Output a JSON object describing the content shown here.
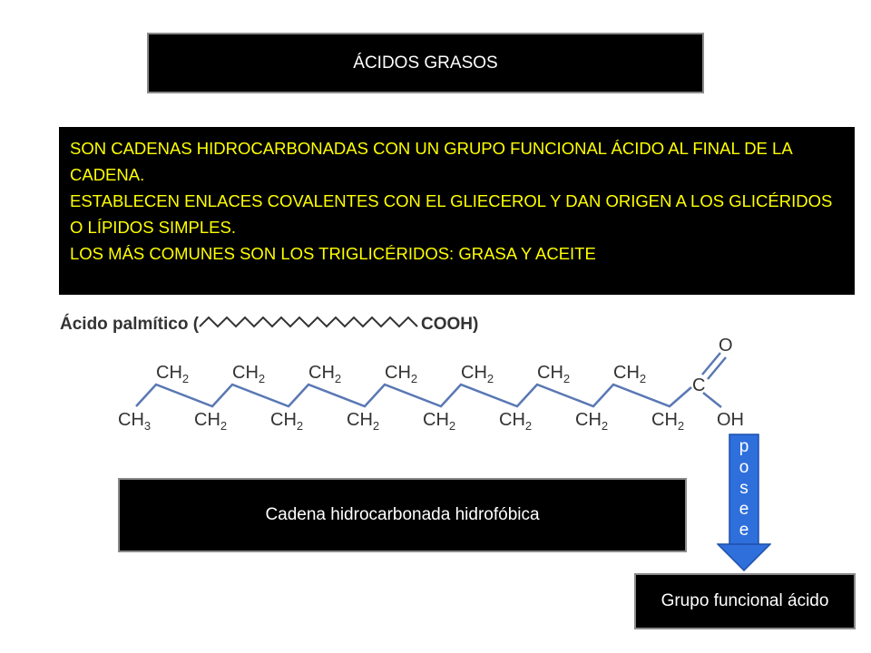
{
  "title": "ÁCIDOS GRASOS",
  "definition": {
    "line1": "SON CADENAS HIDROCARBONADAS CON UN GRUPO FUNCIONAL ÁCIDO AL FINAL DE LA CADENA.",
    "line2": "ESTABLECEN ENLACES COVALENTES CON EL GLIECEROL Y DAN ORIGEN A LOS GLICÉRIDOS O LÍPIDOS SIMPLES.",
    "line3": "LOS MÁS COMUNES SON LOS TRIGLICÉRIDOS: GRASA Y ACEITE"
  },
  "formula": {
    "name": "Ácido palmítico (",
    "cooh": "COOH)",
    "upper_units": [
      "CH2",
      "CH2",
      "CH2",
      "CH2",
      "CH2",
      "CH2",
      "CH2"
    ],
    "lower_units": [
      "CH3",
      "CH2",
      "CH2",
      "CH2",
      "CH2",
      "CH2",
      "CH2",
      "CH2"
    ],
    "carbonyl_o": "O",
    "carboxyl_c": "C",
    "hydroxyl": "OH"
  },
  "chain_label": "Cadena hidrocarbonada hidrofóbica",
  "arrow_letters": [
    "p",
    "o",
    "s",
    "e",
    "e"
  ],
  "functional_group_label": "Grupo funcional ácido",
  "colors": {
    "background": "#ffffff",
    "box_fill": "#000000",
    "definition_text": "#ffff00",
    "box_text": "#ffffff",
    "arrow_fill": "#2f6fdc",
    "chain_bonds": "#5a78b4"
  }
}
